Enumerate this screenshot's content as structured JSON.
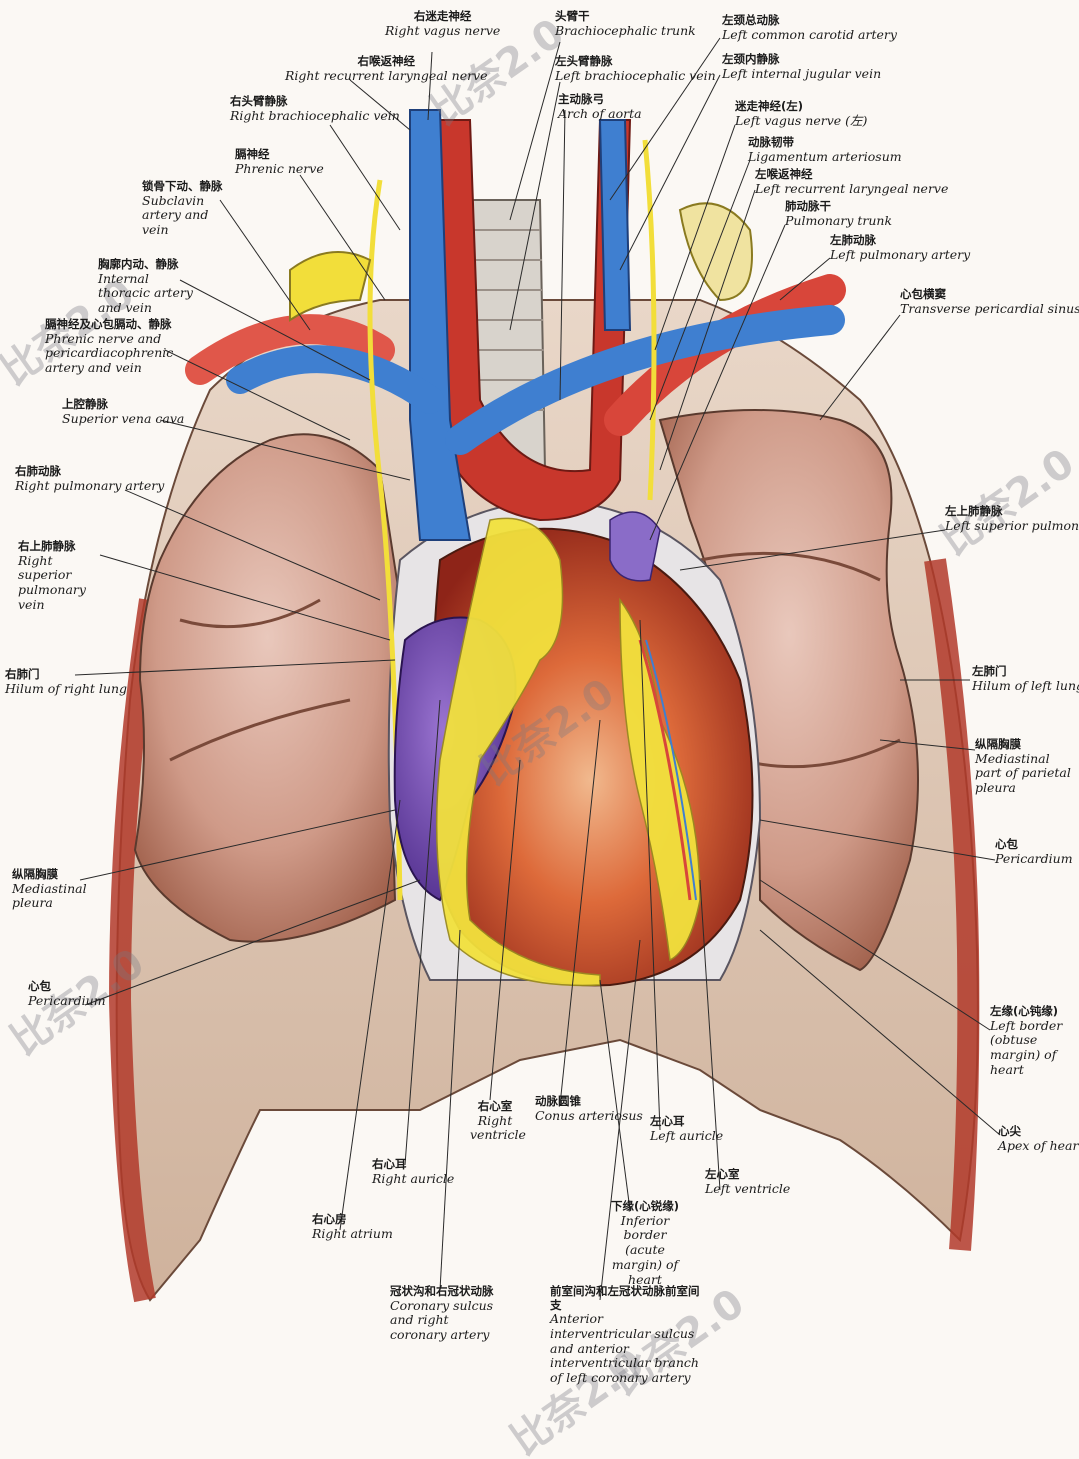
{
  "labels": [
    {
      "zh": "右迷走神经",
      "en": "Right vagus nerve"
    },
    {
      "zh": "右喉返神经",
      "en": "Right recurrent laryngeal nerve"
    },
    {
      "zh": "右头臂静脉",
      "en": "Right brachiocephalic vein"
    },
    {
      "zh": "膈神经",
      "en": "Phrenic nerve"
    },
    {
      "zh": "锁骨下动、静脉",
      "en": "Subclavin artery and vein"
    },
    {
      "zh": "胸廓内动、静脉",
      "en": "Internal thoracic artery and vein"
    },
    {
      "zh": "膈神经及心包膈动、静脉",
      "en": "Phrenic nerve and pericardiacophrenic artery and vein"
    },
    {
      "zh": "上腔静脉",
      "en": "Superior vena cava"
    },
    {
      "zh": "右肺动脉",
      "en": "Right pulmonary artery"
    },
    {
      "zh": "右上肺静脉",
      "en": "Right superior pulmonary vein"
    },
    {
      "zh": "右肺门",
      "en": "Hilum of right lung"
    },
    {
      "zh": "纵隔胸膜",
      "en": "Mediastinal pleura"
    },
    {
      "zh": "心包",
      "en": "Pericardium"
    },
    {
      "zh": "头臂干",
      "en": "Brachiocephalic trunk"
    },
    {
      "zh": "左头臂静脉",
      "en": "Left brachiocephalic vein"
    },
    {
      "zh": "主动脉弓",
      "en": "Arch of aorta"
    },
    {
      "zh": "左颈总动脉",
      "en": "Left common carotid artery"
    },
    {
      "zh": "左颈内静脉",
      "en": "Left internal jugular vein"
    },
    {
      "zh": "迷走神经(左)",
      "en": "Left vagus nerve (左)"
    },
    {
      "zh": "动脉韧带",
      "en": "Ligamentum arteriosum"
    },
    {
      "zh": "左喉返神经",
      "en": "Left recurrent laryngeal nerve"
    },
    {
      "zh": "肺动脉干",
      "en": "Pulmonary trunk"
    },
    {
      "zh": "左肺动脉",
      "en": "Left pulmonary artery"
    },
    {
      "zh": "心包横窦",
      "en": "Transverse pericardial sinus"
    },
    {
      "zh": "左上肺静脉",
      "en": "Left superior pulmonary vein"
    },
    {
      "zh": "左肺门",
      "en": "Hilum of left lung"
    },
    {
      "zh": "纵隔胸膜",
      "en": "Mediastinal part of parietal pleura"
    },
    {
      "zh": "心包",
      "en": "Pericardium"
    },
    {
      "zh": "左缘(心钝缘)",
      "en": "Left border (obtuse margin) of heart"
    },
    {
      "zh": "心尖",
      "en": "Apex of heart"
    },
    {
      "zh": "右心室",
      "en": "Right ventricle"
    },
    {
      "zh": "动脉圆锥",
      "en": "Conus arteriosus"
    },
    {
      "zh": "左心耳",
      "en": "Left auricle"
    },
    {
      "zh": "左心室",
      "en": "Left ventricle"
    },
    {
      "zh": "右心耳",
      "en": "Right auricle"
    },
    {
      "zh": "右心房",
      "en": "Right atrium"
    },
    {
      "zh": "下缘(心锐缘)",
      "en": "Inferior border (acute margin) of heart"
    },
    {
      "zh": "冠状沟和右冠状动脉",
      "en": "Coronary sulcus and right coronary artery"
    },
    {
      "zh": "前室间沟和左冠状动脉前室间支",
      "en": "Anterior interventricular sulcus and anterior interventricular branch of left coronary artery"
    }
  ],
  "watermark": {
    "text": "比奈2.0"
  },
  "colors": {
    "vein": "#3f7fd0",
    "artery": "#d8463a",
    "nerve": "#f2de3a",
    "lung": "#c99282",
    "heart": "#c0462a",
    "atrium": "#7a4fb5",
    "fat": "#f0e23e",
    "rib": "#b23a2a"
  }
}
